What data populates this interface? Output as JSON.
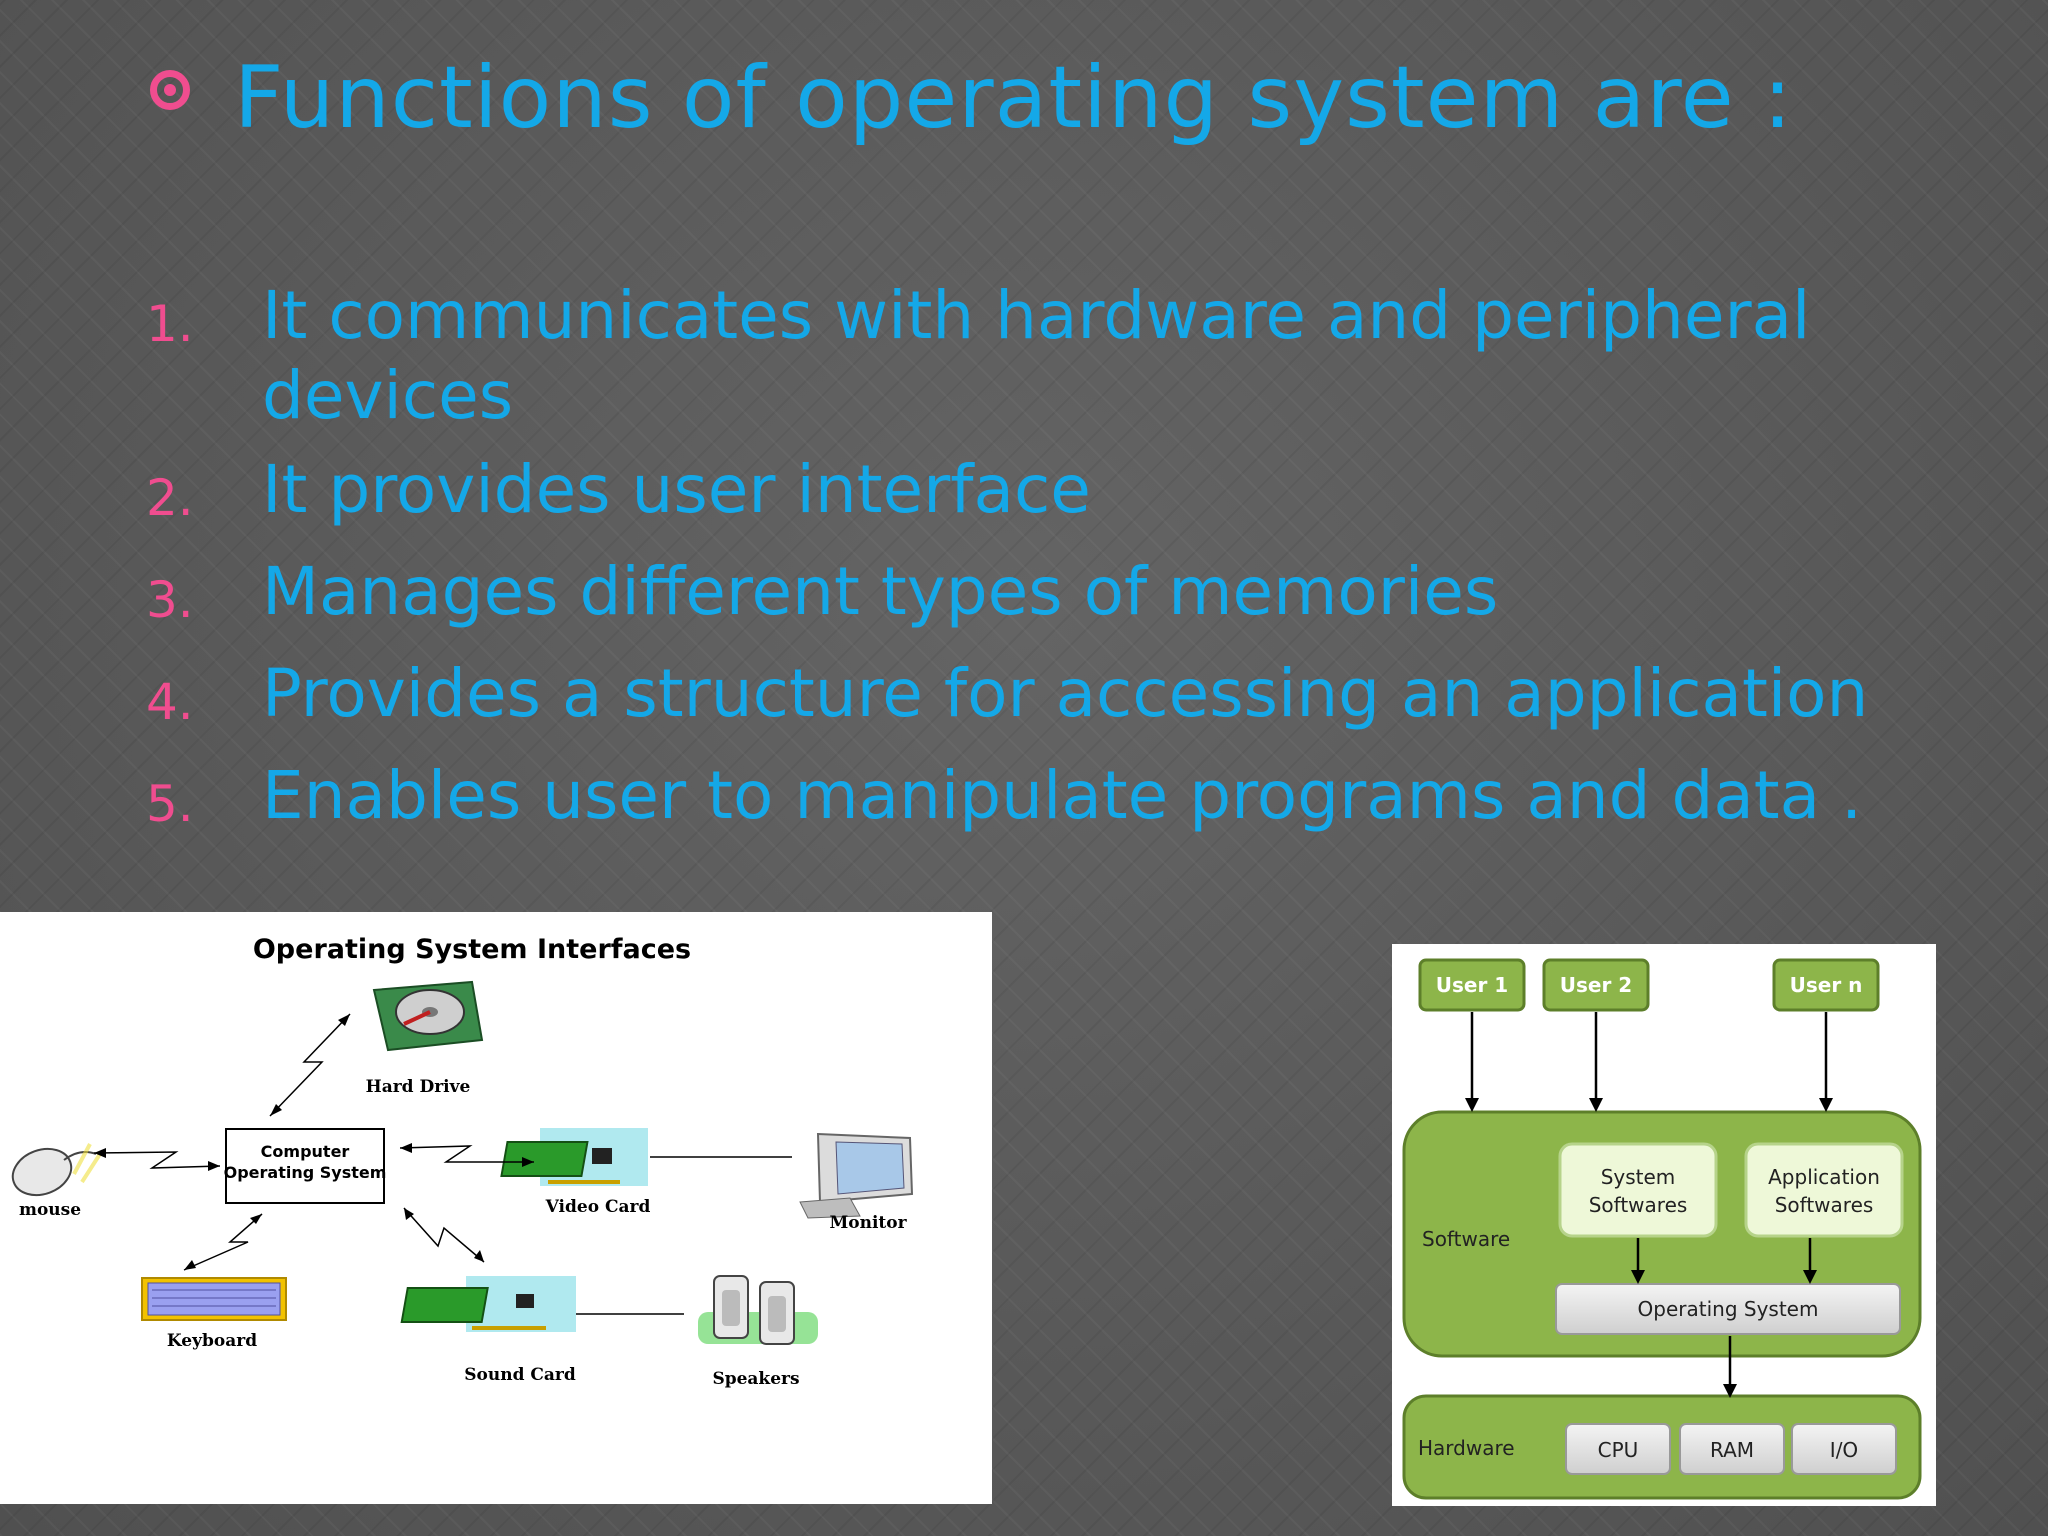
{
  "slide": {
    "title": "Functions of operating system are :",
    "items": [
      {
        "num": "1.",
        "text": "It communicates with hardware and peripheral devices"
      },
      {
        "num": "2.",
        "text": "It provides user interface"
      },
      {
        "num": "3.",
        "text": "Manages different types of memories"
      },
      {
        "num": "4.",
        "text": "Provides a structure for accessing an application"
      },
      {
        "num": "5.",
        "text": "Enables user to manipulate programs and data ."
      }
    ]
  },
  "left_diagram": {
    "title": "Operating System Interfaces",
    "center_line1": "Computer",
    "center_line2": "Operating System",
    "labels": {
      "hard_drive": "Hard Drive",
      "mouse": "mouse",
      "keyboard": "Keyboard",
      "video_card": "Video Card",
      "monitor": "Monitor",
      "sound_card": "Sound Card",
      "speakers": "Speakers"
    }
  },
  "right_diagram": {
    "users": [
      "User 1",
      "User 2",
      "User n"
    ],
    "software_label": "Software",
    "system_soft_line1": "System",
    "system_soft_line2": "Softwares",
    "app_soft_line1": "Application",
    "app_soft_line2": "Softwares",
    "os_label": "Operating System",
    "hardware_label": "Hardware",
    "hw_items": [
      "CPU",
      "RAM",
      "I/O"
    ]
  },
  "colors": {
    "accent_blue": "#14a8e8",
    "accent_pink": "#f04d8f",
    "green": "#8db54a"
  }
}
